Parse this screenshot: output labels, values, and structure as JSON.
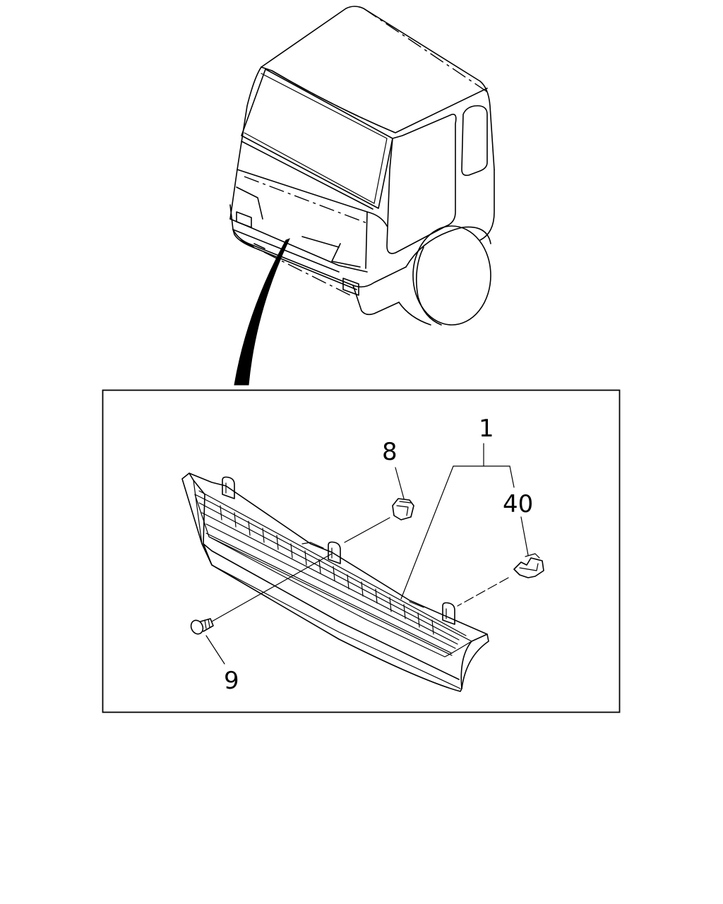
{
  "callouts": {
    "part_1": "1",
    "part_8": "8",
    "part_9": "9",
    "part_40": "40"
  },
  "colors": {
    "line": "#000000",
    "background": "#ffffff"
  }
}
